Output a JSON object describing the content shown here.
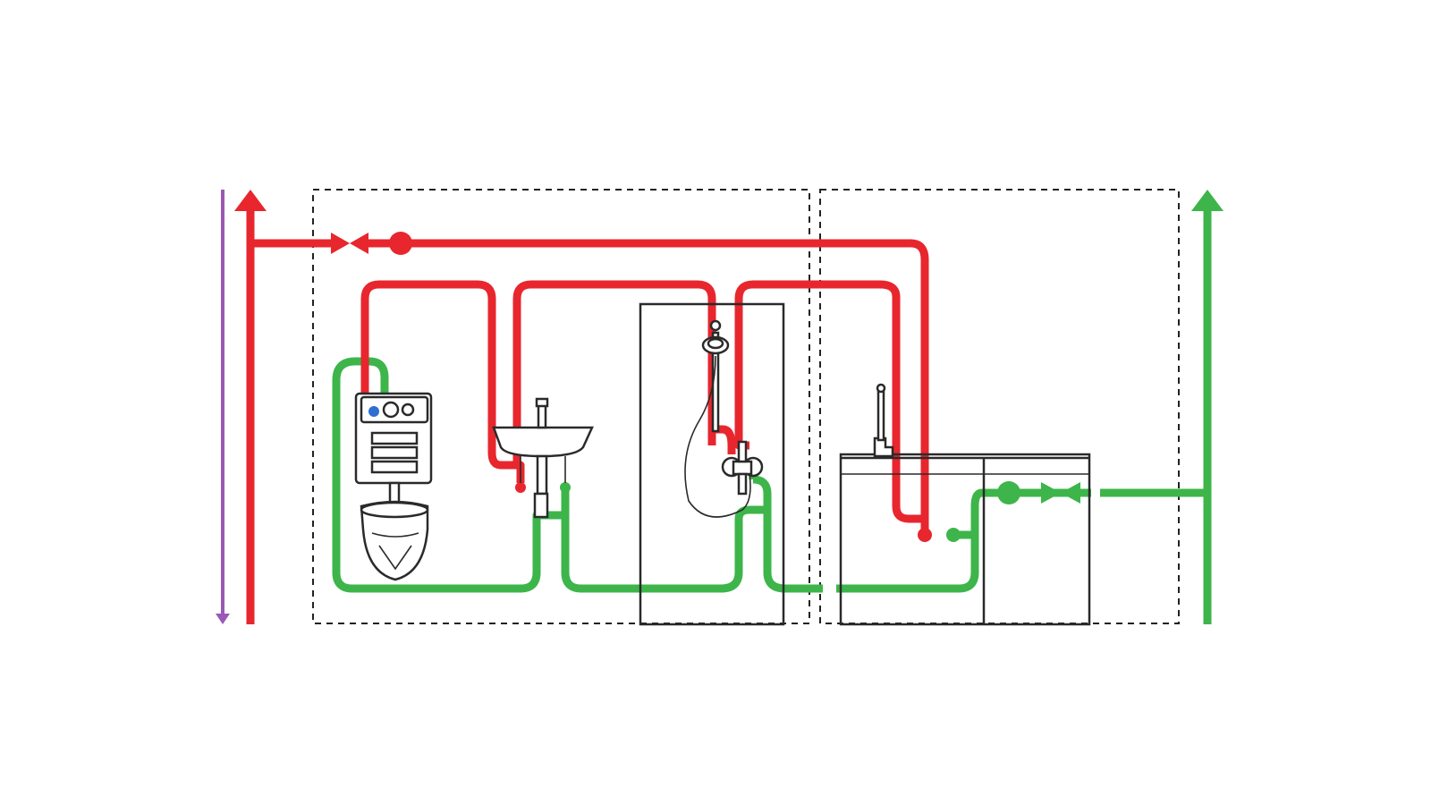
{
  "colors": {
    "hot_pipe": "#e8262d",
    "cold_pipe": "#3db54a",
    "drain_pipe": "#9b59b6",
    "fixture_outline": "#2a2a2a",
    "zone_border": "#222222",
    "background": "#ffffff"
  },
  "diagram": {
    "type": "plumbing schematic",
    "risers": [
      {
        "id": "drain-riser",
        "color": "drain_pipe",
        "direction": "down",
        "icon": "arrow-down-icon"
      },
      {
        "id": "hot-riser",
        "color": "hot_pipe",
        "direction": "up",
        "icon": "arrow-up-icon"
      },
      {
        "id": "cold-riser",
        "color": "cold_pipe",
        "direction": "up",
        "icon": "arrow-up-icon"
      }
    ],
    "zones": [
      {
        "id": "bathroom-zone",
        "border": "dashed"
      },
      {
        "id": "kitchen-zone",
        "border": "dashed"
      }
    ],
    "fixtures": [
      {
        "id": "wall-hung-toilet",
        "icon": "toilet-icon",
        "zone": "bathroom-zone"
      },
      {
        "id": "wash-basin",
        "icon": "basin-icon",
        "zone": "bathroom-zone"
      },
      {
        "id": "shower-mixer",
        "icon": "shower-icon",
        "zone": "bathroom-zone"
      },
      {
        "id": "kitchen-tap",
        "icon": "faucet-icon",
        "zone": "kitchen-zone"
      }
    ],
    "valves": [
      {
        "id": "hot-shutoff-valve",
        "icon": "gate-valve-icon",
        "line": "hot_pipe"
      },
      {
        "id": "cold-shutoff-valve",
        "icon": "gate-valve-icon",
        "line": "cold_pipe"
      }
    ],
    "meters": [
      {
        "id": "hot-meter",
        "icon": "meter-dot-icon",
        "line": "hot_pipe"
      },
      {
        "id": "cold-meter",
        "icon": "meter-dot-icon",
        "line": "cold_pipe"
      }
    ]
  }
}
